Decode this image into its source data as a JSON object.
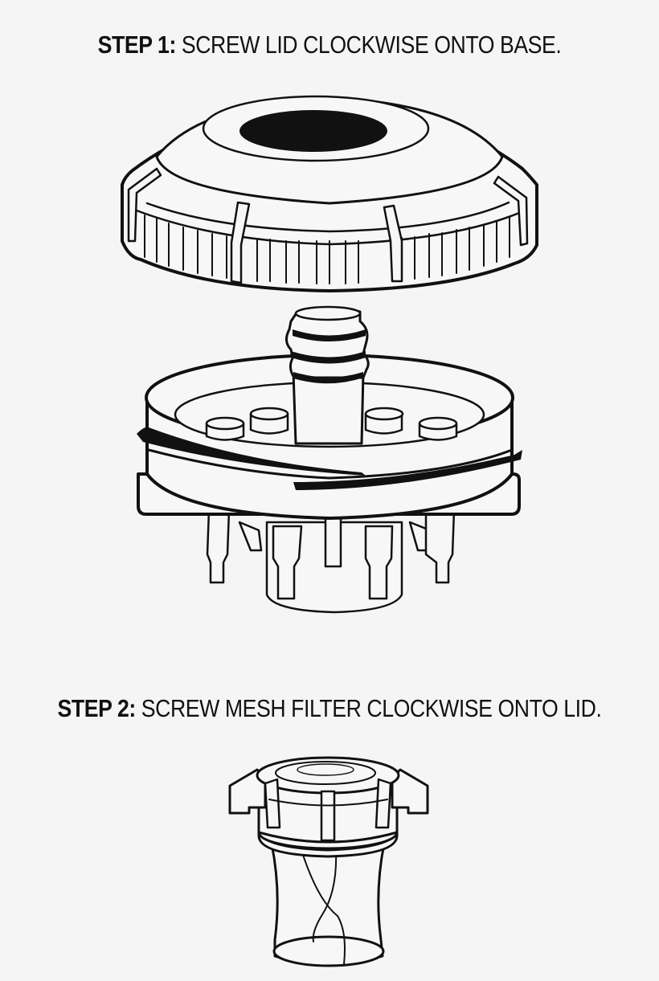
{
  "steps": [
    {
      "label": "STEP 1",
      "separator": ":",
      "instruction": " SCREW LID CLOCKWISE ONTO BASE.",
      "illustration": "lid-above-base-icon"
    },
    {
      "label": "STEP 2",
      "separator": ":",
      "instruction": " SCREW MESH FILTER CLOCKWISE ONTO LID.",
      "illustration": "mesh-filter-icon"
    }
  ],
  "colors": {
    "background": "#f5f5f5",
    "ink": "#111111"
  }
}
